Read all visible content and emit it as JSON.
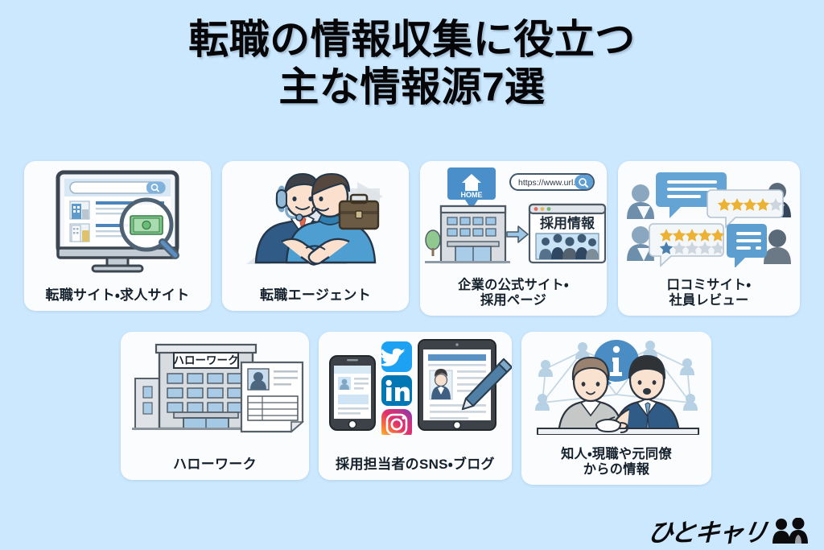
{
  "background_color": "#cbe8fe",
  "title": {
    "line1": "転職の情報収集に役立つ",
    "line2": "主な情報源7選",
    "color": "#060608"
  },
  "cards": [
    {
      "id": "job-sites",
      "label": "転職サイト・求人サイト",
      "icon": "monitor-search-icon",
      "art_alt": "デスクトップモニターに求人検索画面と虫眼鏡と紙幣"
    },
    {
      "id": "recruitment-agent",
      "label": "転職エージェント",
      "icon": "handshake-icon",
      "art_alt": "ヘッドセットをつけたエージェントと求職者の握手、ブリーフケース"
    },
    {
      "id": "company-official-site",
      "label": "企業の公式サイト・\n採用ページ",
      "icon": "building-website-icon",
      "art_alt": "HOMEピン付きのオフィスビルと採用情報のブラウザ画面",
      "url_bar_text": "https://www.url...",
      "home_pin_text": "HOME",
      "browser_heading": "採用情報"
    },
    {
      "id": "review-sites",
      "label": "口コミサイト・\n社員レビュー",
      "icon": "speech-bubble-stars-icon",
      "art_alt": "吹き出しと星評価とユーザーアイコン",
      "ratings": [
        {
          "filled": 4,
          "total": 5
        },
        {
          "filled": 5,
          "total": 5
        },
        {
          "filled": 1,
          "total": 5
        }
      ]
    },
    {
      "id": "hello-work",
      "label": "ハローワーク",
      "icon": "government-building-icon",
      "art_alt": "ハローワークの建物と履歴書",
      "sign_text": "ハローワーク"
    },
    {
      "id": "recruiter-sns-blog",
      "label": "採用担当者のSNS・ブログ",
      "icon": "sns-devices-icon",
      "art_alt": "スマートフォン、タブレット、ペンとSNSアイコン",
      "social_icons": [
        {
          "name": "twitter-icon",
          "color": "#1da1f2"
        },
        {
          "name": "linkedin-icon",
          "color": "#0077b5"
        },
        {
          "name": "instagram-icon",
          "color": "#c13584"
        }
      ]
    },
    {
      "id": "acquaintance-info",
      "label": "知人・現職や元同僚\nからの情報",
      "icon": "people-network-icon",
      "art_alt": "ネットワーク図を背景に会話する二人と情報アイコン",
      "info_glyph": "i"
    }
  ],
  "logo": {
    "text": "ひとキャリ",
    "mark": "two-people-icon"
  }
}
